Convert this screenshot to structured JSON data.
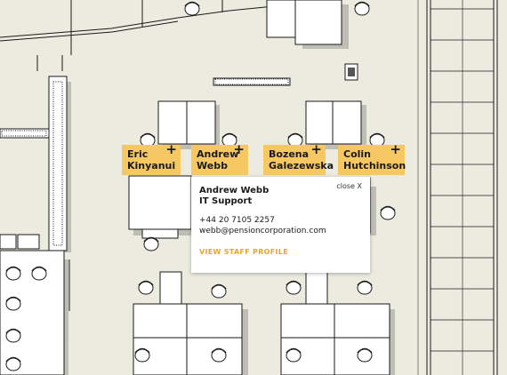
{
  "staff_tags": [
    {
      "first": "Eric",
      "last": "Kinyanui"
    },
    {
      "first": "Andrew",
      "last": "Webb"
    },
    {
      "first": "Bozena",
      "last": "Galezewska"
    },
    {
      "first": "Colin",
      "last": "Hutchinson"
    }
  ],
  "plus_glyph": "+",
  "popup": {
    "close_label": "close X",
    "name": "Andrew Webb",
    "department": "IT Support",
    "phone": "+44 20 7105 2257",
    "email": "webb@pensioncorporation.com",
    "profile_link": "VIEW STAFF PROFILE"
  },
  "colors": {
    "floor": "#ecebe0",
    "tag": "#f5c863",
    "link": "#e8a72b",
    "line": "#1a1a1a"
  }
}
